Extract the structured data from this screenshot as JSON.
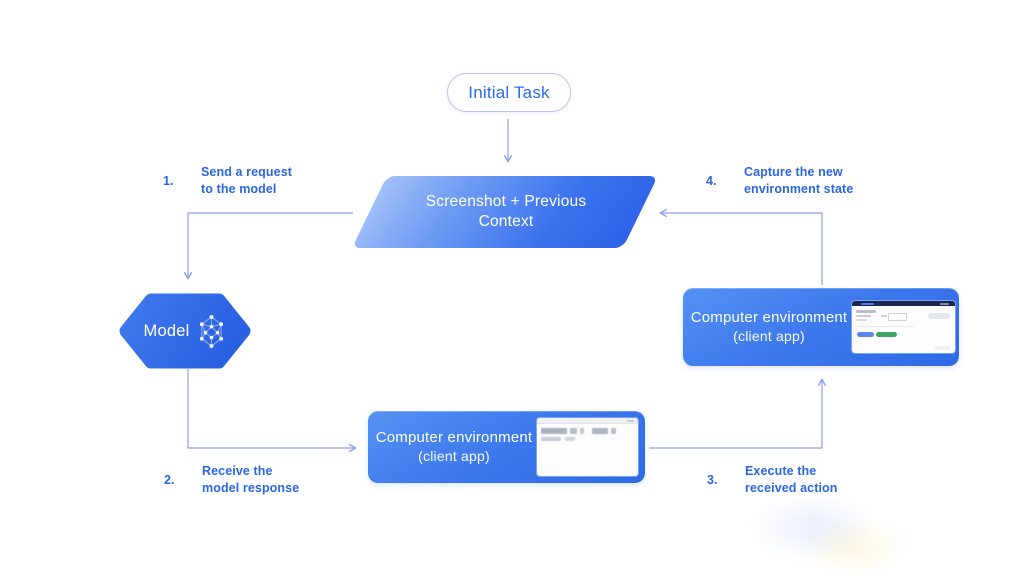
{
  "diagram": {
    "title_hint": "agent loop diagram",
    "initial_task": {
      "label": "Initial Task"
    },
    "context_node": {
      "line1": "Screenshot + Previous",
      "line2": "Context"
    },
    "model_node": {
      "label": "Model",
      "icon": "neural-network-icon"
    },
    "env_bottom_node": {
      "line1": "Computer environment",
      "line2": "(client app)",
      "thumbnail": "client-app-screenshot"
    },
    "env_right_node": {
      "line1": "Computer environment",
      "line2": "(client app)",
      "thumbnail": "client-app-screenshot"
    },
    "steps": [
      {
        "num": "1.",
        "line1": "Send a request",
        "line2": "to the model"
      },
      {
        "num": "2.",
        "line1": "Receive the",
        "line2": "model response"
      },
      {
        "num": "3.",
        "line1": "Execute the",
        "line2": "received action"
      },
      {
        "num": "4.",
        "line1": "Capture the new",
        "line2": "environment state"
      }
    ]
  },
  "colors": {
    "background": "#ffffff",
    "accent_text_blue": "#2b66e4",
    "node_blue": "#2f6ae6",
    "node_gradient_light": "#5491f3",
    "parallelogram_light": "#a3c0f8",
    "connector": "#8c9ef0",
    "pill_border": "#b9c2f4",
    "pill_text": "#2a6af0",
    "thumb_header_navy": "#1b2750",
    "thumb_button_blue": "#5e86f0",
    "thumb_button_green": "#41a565",
    "node_text": "#ffffff"
  }
}
